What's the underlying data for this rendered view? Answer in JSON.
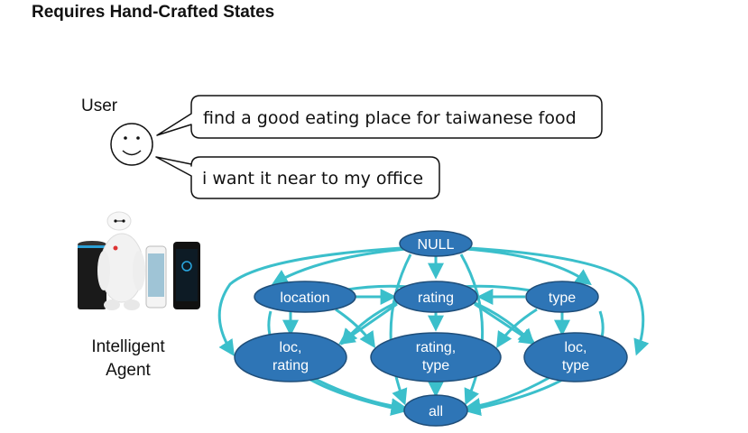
{
  "slide": {
    "title": "Requires Hand-Crafted States"
  },
  "user": {
    "label": "User",
    "utterances": [
      "find a good eating place for taiwanese food",
      "i want it near to my office"
    ]
  },
  "agent": {
    "label_line1": "Intelligent",
    "label_line2": "Agent"
  },
  "state_graph": {
    "nodes": {
      "null": "NULL",
      "location": "location",
      "rating": "rating",
      "type": "type",
      "loc_rating_1": "loc,",
      "loc_rating_2": "rating",
      "rating_type_1": "rating,",
      "rating_type_2": "type",
      "loc_type_1": "loc,",
      "loc_type_2": "type",
      "all": "all"
    },
    "colors": {
      "node_fill": "#2E75B6",
      "node_stroke": "#1F4E79",
      "edge": "#3BBFCB"
    }
  }
}
